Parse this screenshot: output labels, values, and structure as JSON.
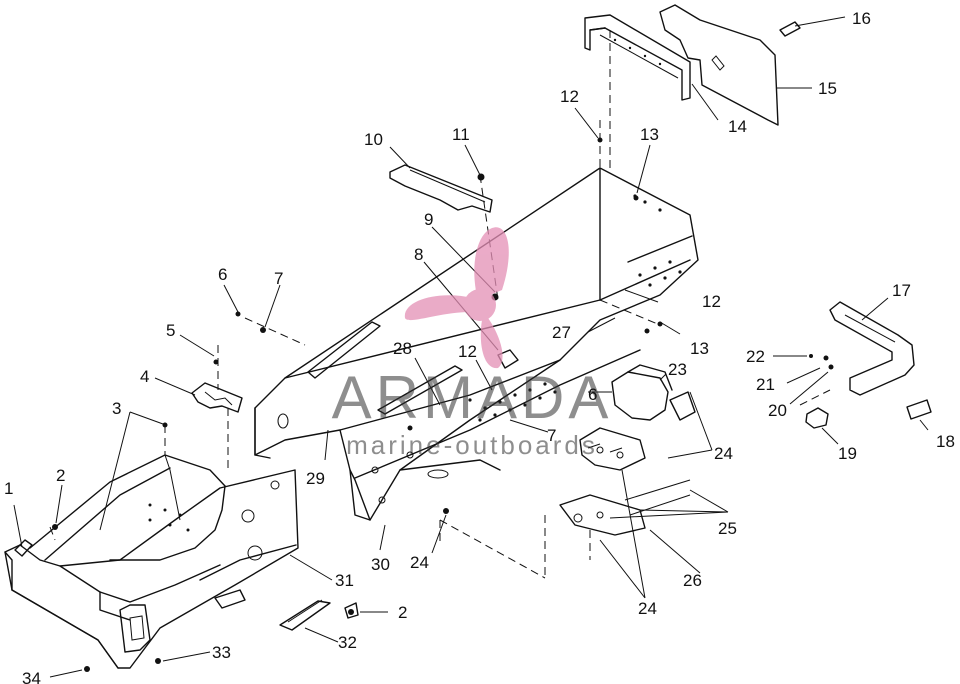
{
  "watermark": {
    "brand": "ARMADA",
    "subtitle": "marine-outboards",
    "color": "#e48fb5"
  },
  "callouts": [
    {
      "id": "c1",
      "label": "1"
    },
    {
      "id": "c2a",
      "label": "2"
    },
    {
      "id": "c2b",
      "label": "2"
    },
    {
      "id": "c3",
      "label": "3"
    },
    {
      "id": "c4",
      "label": "4"
    },
    {
      "id": "c5",
      "label": "5"
    },
    {
      "id": "c6a",
      "label": "6"
    },
    {
      "id": "c6b",
      "label": "6"
    },
    {
      "id": "c7a",
      "label": "7"
    },
    {
      "id": "c7b",
      "label": "7"
    },
    {
      "id": "c8",
      "label": "8"
    },
    {
      "id": "c9",
      "label": "9"
    },
    {
      "id": "c10",
      "label": "10"
    },
    {
      "id": "c11",
      "label": "11"
    },
    {
      "id": "c12a",
      "label": "12"
    },
    {
      "id": "c12b",
      "label": "12"
    },
    {
      "id": "c12c",
      "label": "12"
    },
    {
      "id": "c13a",
      "label": "13"
    },
    {
      "id": "c13b",
      "label": "13"
    },
    {
      "id": "c14",
      "label": "14"
    },
    {
      "id": "c15",
      "label": "15"
    },
    {
      "id": "c16",
      "label": "16"
    },
    {
      "id": "c17",
      "label": "17"
    },
    {
      "id": "c18",
      "label": "18"
    },
    {
      "id": "c19",
      "label": "19"
    },
    {
      "id": "c20",
      "label": "20"
    },
    {
      "id": "c21",
      "label": "21"
    },
    {
      "id": "c22",
      "label": "22"
    },
    {
      "id": "c23",
      "label": "23"
    },
    {
      "id": "c24a",
      "label": "24"
    },
    {
      "id": "c24b",
      "label": "24"
    },
    {
      "id": "c24c",
      "label": "24"
    },
    {
      "id": "c25",
      "label": "25"
    },
    {
      "id": "c26",
      "label": "26"
    },
    {
      "id": "c27",
      "label": "27"
    },
    {
      "id": "c28",
      "label": "28"
    },
    {
      "id": "c29",
      "label": "29"
    },
    {
      "id": "c30",
      "label": "30"
    },
    {
      "id": "c31",
      "label": "31"
    },
    {
      "id": "c32",
      "label": "32"
    },
    {
      "id": "c33",
      "label": "33"
    },
    {
      "id": "c34",
      "label": "34"
    }
  ]
}
